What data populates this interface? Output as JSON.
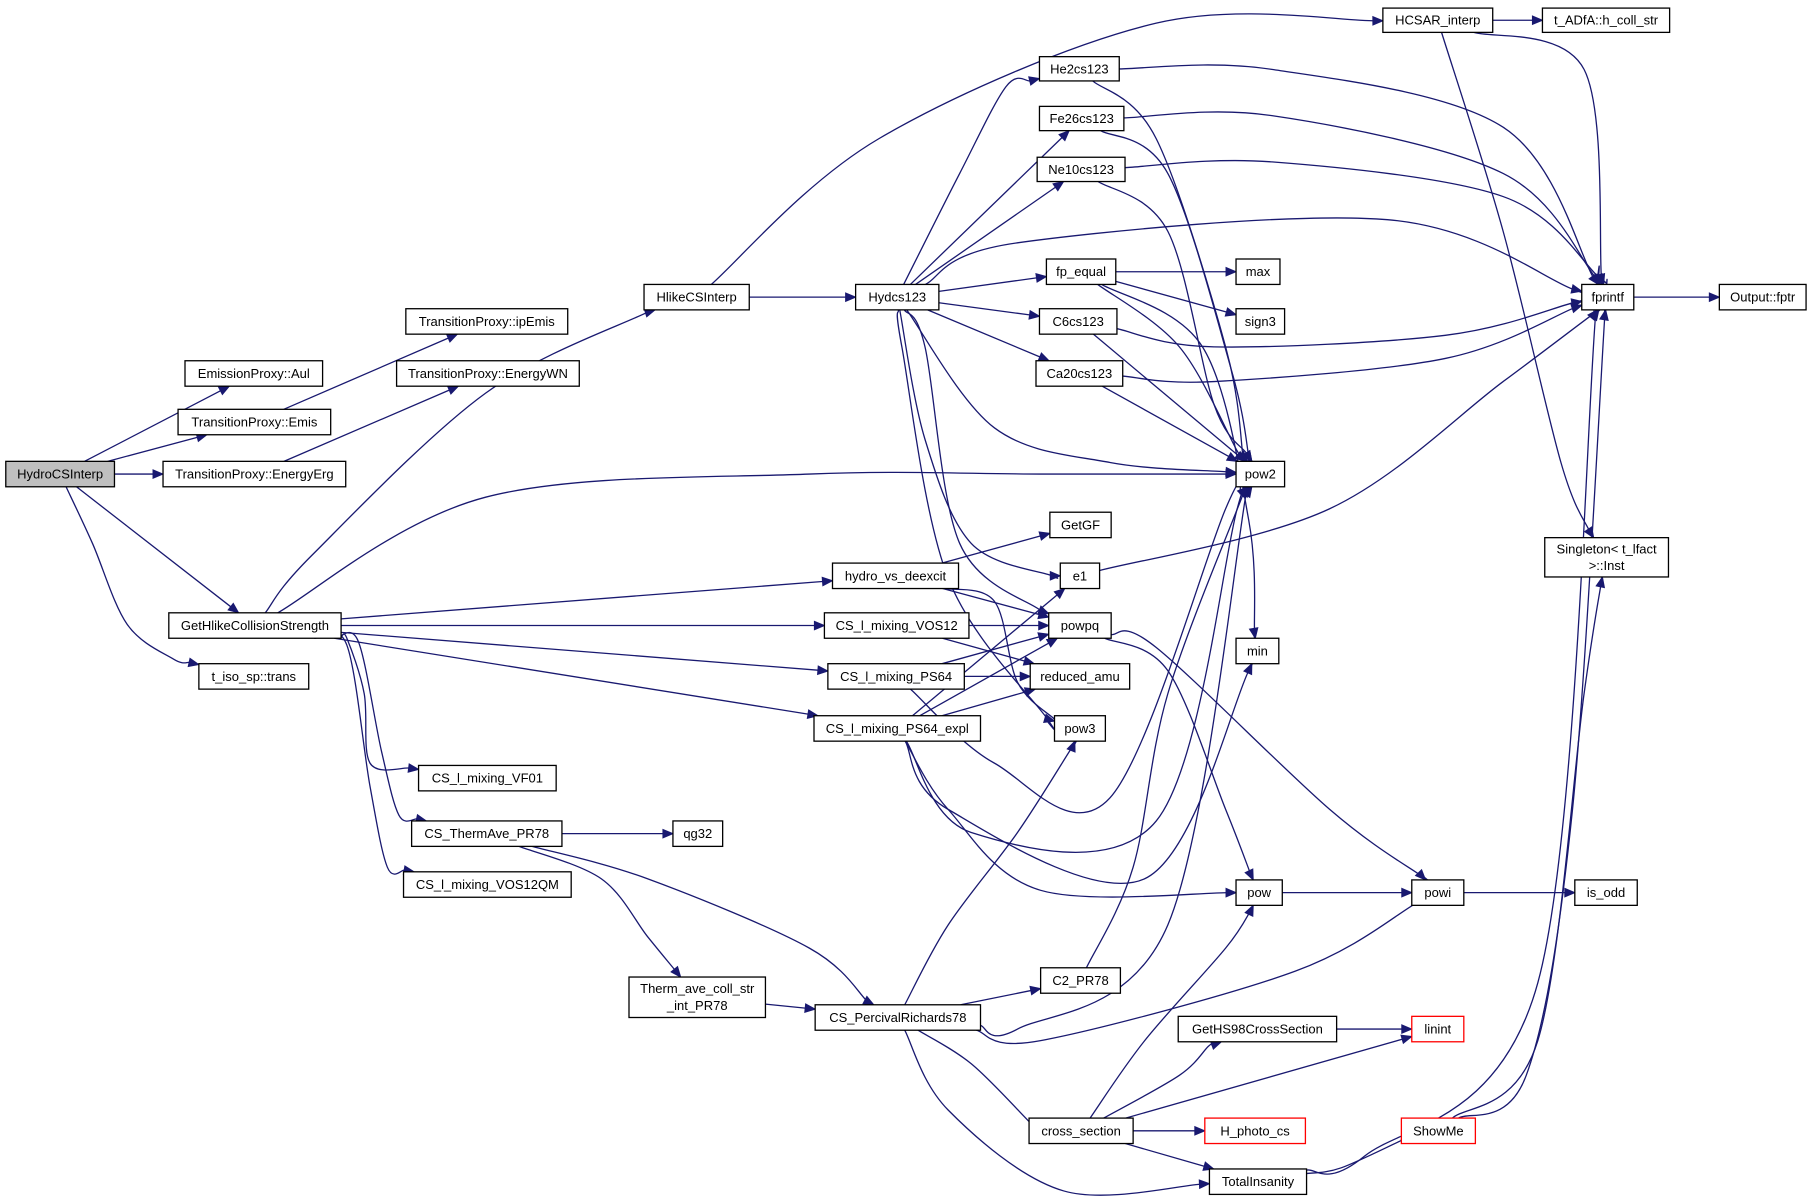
{
  "graph": {
    "kind": "call-graph",
    "root": "HydroCSInterp",
    "nodes": [
      {
        "id": "HydroCSInterp",
        "label": "HydroCSInterp",
        "root": true
      },
      {
        "id": "EmissionProxy::Aul",
        "label": "EmissionProxy::Aul"
      },
      {
        "id": "TransitionProxy::Emis",
        "label": "TransitionProxy::Emis"
      },
      {
        "id": "TransitionProxy::EnergyErg",
        "label": "TransitionProxy::EnergyErg"
      },
      {
        "id": "TransitionProxy::ipEmis",
        "label": "TransitionProxy::ipEmis"
      },
      {
        "id": "TransitionProxy::EnergyWN",
        "label": "TransitionProxy::EnergyWN"
      },
      {
        "id": "GetHlikeCollisionStrength",
        "label": "GetHlikeCollisionStrength"
      },
      {
        "id": "t_iso_sp::trans",
        "label": "t_iso_sp::trans"
      },
      {
        "id": "HlikeCSInterp",
        "label": "HlikeCSInterp"
      },
      {
        "id": "Hydcs123",
        "label": "Hydcs123"
      },
      {
        "id": "HCSAR_interp",
        "label": "HCSAR_interp"
      },
      {
        "id": "t_ADfA::h_coll_str",
        "label": "t_ADfA::h_coll_str"
      },
      {
        "id": "He2cs123",
        "label": "He2cs123"
      },
      {
        "id": "Fe26cs123",
        "label": "Fe26cs123"
      },
      {
        "id": "Ne10cs123",
        "label": "Ne10cs123"
      },
      {
        "id": "fp_equal",
        "label": "fp_equal"
      },
      {
        "id": "max",
        "label": "max"
      },
      {
        "id": "sign3",
        "label": "sign3"
      },
      {
        "id": "C6cs123",
        "label": "C6cs123"
      },
      {
        "id": "Ca20cs123",
        "label": "Ca20cs123"
      },
      {
        "id": "fprintf",
        "label": "fprintf"
      },
      {
        "id": "Output::fptr",
        "label": "Output::fptr"
      },
      {
        "id": "pow2",
        "label": "pow2"
      },
      {
        "id": "GetGF",
        "label": "GetGF"
      },
      {
        "id": "e1",
        "label": "e1"
      },
      {
        "id": "hydro_vs_deexcit",
        "label": "hydro_vs_deexcit"
      },
      {
        "id": "CS_l_mixing_VOS12",
        "label": "CS_l_mixing_VOS12"
      },
      {
        "id": "CS_l_mixing_PS64",
        "label": "CS_l_mixing_PS64"
      },
      {
        "id": "CS_l_mixing_PS64_expl",
        "label": "CS_l_mixing_PS64_expl"
      },
      {
        "id": "powpq",
        "label": "powpq"
      },
      {
        "id": "reduced_amu",
        "label": "reduced_amu"
      },
      {
        "id": "pow3",
        "label": "pow3"
      },
      {
        "id": "min",
        "label": "min"
      },
      {
        "id": "Singleton< t_lfact >::Inst",
        "label_lines": [
          "Singleton< t_lfact",
          ">::Inst"
        ]
      },
      {
        "id": "CS_l_mixing_VF01",
        "label": "CS_l_mixing_VF01"
      },
      {
        "id": "CS_ThermAve_PR78",
        "label": "CS_ThermAve_PR78"
      },
      {
        "id": "qg32",
        "label": "qg32"
      },
      {
        "id": "CS_l_mixing_VOS12QM",
        "label": "CS_l_mixing_VOS12QM"
      },
      {
        "id": "pow",
        "label": "pow"
      },
      {
        "id": "powi",
        "label": "powi"
      },
      {
        "id": "is_odd",
        "label": "is_odd"
      },
      {
        "id": "Therm_ave_coll_str_int_PR78",
        "label_lines": [
          "Therm_ave_coll_str",
          "_int_PR78"
        ]
      },
      {
        "id": "CS_PercivalRichards78",
        "label": "CS_PercivalRichards78"
      },
      {
        "id": "C2_PR78",
        "label": "C2_PR78"
      },
      {
        "id": "GetHS98CrossSection",
        "label": "GetHS98CrossSection"
      },
      {
        "id": "linint",
        "label": "linint",
        "truncated": true
      },
      {
        "id": "cross_section",
        "label": "cross_section"
      },
      {
        "id": "H_photo_cs",
        "label": "H_photo_cs",
        "truncated": true
      },
      {
        "id": "ShowMe",
        "label": "ShowMe",
        "truncated": true
      },
      {
        "id": "TotalInsanity",
        "label": "TotalInsanity"
      }
    ],
    "edges": [
      {
        "from": "HydroCSInterp",
        "to": "EmissionProxy::Aul"
      },
      {
        "from": "HydroCSInterp",
        "to": "TransitionProxy::Emis"
      },
      {
        "from": "HydroCSInterp",
        "to": "TransitionProxy::EnergyErg"
      },
      {
        "from": "HydroCSInterp",
        "to": "GetHlikeCollisionStrength"
      },
      {
        "from": "HydroCSInterp",
        "to": "t_iso_sp::trans"
      },
      {
        "from": "TransitionProxy::Emis",
        "to": "TransitionProxy::ipEmis"
      },
      {
        "from": "TransitionProxy::EnergyErg",
        "to": "TransitionProxy::EnergyWN"
      },
      {
        "from": "GetHlikeCollisionStrength",
        "to": "HlikeCSInterp"
      },
      {
        "from": "GetHlikeCollisionStrength",
        "to": "pow2"
      },
      {
        "from": "GetHlikeCollisionStrength",
        "to": "hydro_vs_deexcit"
      },
      {
        "from": "GetHlikeCollisionStrength",
        "to": "CS_l_mixing_VOS12"
      },
      {
        "from": "GetHlikeCollisionStrength",
        "to": "CS_l_mixing_PS64"
      },
      {
        "from": "GetHlikeCollisionStrength",
        "to": "CS_l_mixing_PS64_expl"
      },
      {
        "from": "GetHlikeCollisionStrength",
        "to": "CS_l_mixing_VF01"
      },
      {
        "from": "GetHlikeCollisionStrength",
        "to": "CS_ThermAve_PR78"
      },
      {
        "from": "GetHlikeCollisionStrength",
        "to": "CS_l_mixing_VOS12QM"
      },
      {
        "from": "HlikeCSInterp",
        "to": "Hydcs123"
      },
      {
        "from": "HlikeCSInterp",
        "to": "HCSAR_interp"
      },
      {
        "from": "HCSAR_interp",
        "to": "t_ADfA::h_coll_str"
      },
      {
        "from": "HCSAR_interp",
        "to": "fprintf"
      },
      {
        "from": "HCSAR_interp",
        "to": "Singleton< t_lfact >::Inst"
      },
      {
        "from": "Hydcs123",
        "to": "He2cs123"
      },
      {
        "from": "Hydcs123",
        "to": "Fe26cs123"
      },
      {
        "from": "Hydcs123",
        "to": "Ne10cs123"
      },
      {
        "from": "Hydcs123",
        "to": "fp_equal"
      },
      {
        "from": "Hydcs123",
        "to": "C6cs123"
      },
      {
        "from": "Hydcs123",
        "to": "Ca20cs123"
      },
      {
        "from": "Hydcs123",
        "to": "fprintf"
      },
      {
        "from": "Hydcs123",
        "to": "pow2"
      },
      {
        "from": "Hydcs123",
        "to": "e1"
      },
      {
        "from": "Hydcs123",
        "to": "powpq"
      },
      {
        "from": "Hydcs123",
        "to": "pow3"
      },
      {
        "from": "He2cs123",
        "to": "fprintf"
      },
      {
        "from": "He2cs123",
        "to": "pow2"
      },
      {
        "from": "Fe26cs123",
        "to": "fprintf"
      },
      {
        "from": "Fe26cs123",
        "to": "pow2"
      },
      {
        "from": "Ne10cs123",
        "to": "fprintf"
      },
      {
        "from": "Ne10cs123",
        "to": "pow2"
      },
      {
        "from": "fp_equal",
        "to": "max"
      },
      {
        "from": "fp_equal",
        "to": "sign3"
      },
      {
        "from": "fp_equal",
        "to": "pow2"
      },
      {
        "from": "fp_equal",
        "to": "min"
      },
      {
        "from": "C6cs123",
        "to": "fprintf"
      },
      {
        "from": "C6cs123",
        "to": "pow2"
      },
      {
        "from": "Ca20cs123",
        "to": "fprintf"
      },
      {
        "from": "Ca20cs123",
        "to": "pow2"
      },
      {
        "from": "fprintf",
        "to": "Output::fptr"
      },
      {
        "from": "e1",
        "to": "fprintf"
      },
      {
        "from": "hydro_vs_deexcit",
        "to": "GetGF"
      },
      {
        "from": "hydro_vs_deexcit",
        "to": "powpq"
      },
      {
        "from": "hydro_vs_deexcit",
        "to": "pow3"
      },
      {
        "from": "CS_l_mixing_VOS12",
        "to": "powpq"
      },
      {
        "from": "CS_l_mixing_VOS12",
        "to": "reduced_amu"
      },
      {
        "from": "CS_l_mixing_PS64",
        "to": "powpq"
      },
      {
        "from": "CS_l_mixing_PS64",
        "to": "reduced_amu"
      },
      {
        "from": "CS_l_mixing_PS64",
        "to": "pow2"
      },
      {
        "from": "CS_l_mixing_PS64_expl",
        "to": "e1"
      },
      {
        "from": "CS_l_mixing_PS64_expl",
        "to": "powpq"
      },
      {
        "from": "CS_l_mixing_PS64_expl",
        "to": "reduced_amu"
      },
      {
        "from": "CS_l_mixing_PS64_expl",
        "to": "pow2"
      },
      {
        "from": "CS_l_mixing_PS64_expl",
        "to": "min"
      },
      {
        "from": "CS_l_mixing_PS64_expl",
        "to": "pow"
      },
      {
        "from": "powpq",
        "to": "pow"
      },
      {
        "from": "powpq",
        "to": "powi"
      },
      {
        "from": "CS_ThermAve_PR78",
        "to": "qg32"
      },
      {
        "from": "CS_ThermAve_PR78",
        "to": "Therm_ave_coll_str_int_PR78"
      },
      {
        "from": "CS_ThermAve_PR78",
        "to": "CS_PercivalRichards78"
      },
      {
        "from": "Therm_ave_coll_str_int_PR78",
        "to": "CS_PercivalRichards78"
      },
      {
        "from": "CS_PercivalRichards78",
        "to": "pow3"
      },
      {
        "from": "CS_PercivalRichards78",
        "to": "C2_PR78"
      },
      {
        "from": "CS_PercivalRichards78",
        "to": "pow2"
      },
      {
        "from": "CS_PercivalRichards78",
        "to": "powi"
      },
      {
        "from": "CS_PercivalRichards78",
        "to": "cross_section"
      },
      {
        "from": "CS_PercivalRichards78",
        "to": "TotalInsanity"
      },
      {
        "from": "C2_PR78",
        "to": "pow2"
      },
      {
        "from": "pow",
        "to": "powi"
      },
      {
        "from": "powi",
        "to": "is_odd"
      },
      {
        "from": "cross_section",
        "to": "pow"
      },
      {
        "from": "cross_section",
        "to": "GetHS98CrossSection"
      },
      {
        "from": "cross_section",
        "to": "linint"
      },
      {
        "from": "cross_section",
        "to": "H_photo_cs"
      },
      {
        "from": "cross_section",
        "to": "TotalInsanity"
      },
      {
        "from": "GetHS98CrossSection",
        "to": "linint"
      },
      {
        "from": "TotalInsanity",
        "to": "ShowMe"
      },
      {
        "from": "TotalInsanity",
        "to": "fprintf"
      },
      {
        "from": "ShowMe",
        "to": "fprintf"
      },
      {
        "from": "ShowMe",
        "to": "Singleton< t_lfact >::Inst"
      }
    ]
  }
}
